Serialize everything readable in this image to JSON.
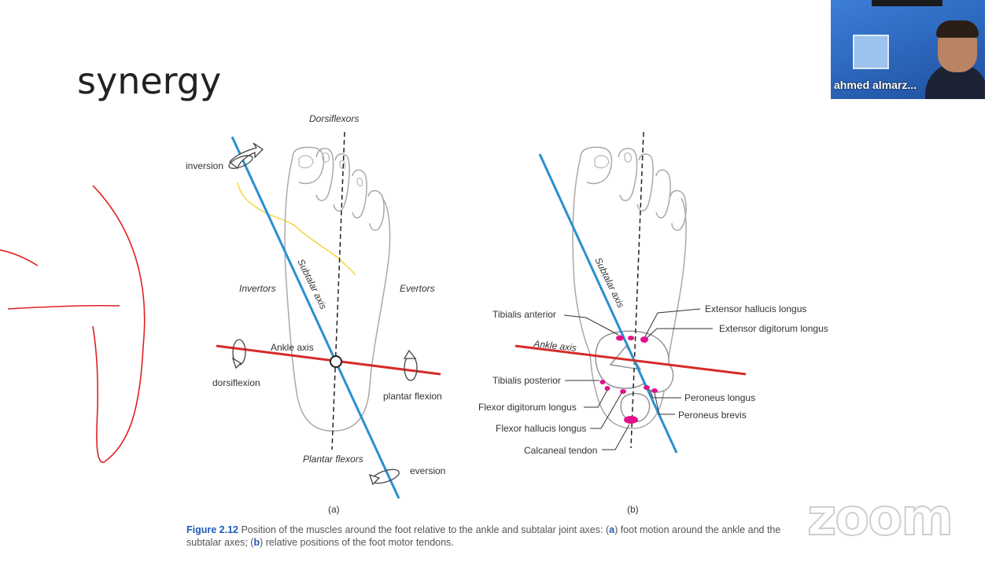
{
  "slide": {
    "title": "synergy"
  },
  "figure": {
    "panel_a": {
      "panel_label": "(a)",
      "dorsiflexors": "Dorsiflexors",
      "plantar_flexors": "Plantar flexors",
      "invertors": "Invertors",
      "evertors": "Evertors",
      "subtalar_axis": "Subtalar axis",
      "ankle_axis": "Ankle axis",
      "inversion": "inversion",
      "eversion": "eversion",
      "dorsiflexion": "dorsiflexion",
      "plantar_flexion": "plantar flexion"
    },
    "panel_b": {
      "panel_label": "(b)",
      "subtalar_axis": "Subtalar axis",
      "ankle_axis": "Ankle axis",
      "tibialis_anterior": "Tibialis anterior",
      "tibialis_posterior": "Tibialis posterior",
      "flexor_digitorum_longus": "Flexor digitorum longus",
      "flexor_hallucis_longus": "Flexor hallucis longus",
      "calcaneal_tendon": "Calcaneal tendon",
      "extensor_hallucis_longus": "Extensor hallucis longus",
      "extensor_digitorum_longus": "Extensor digitorum longus",
      "peroneus_longus": "Peroneus longus",
      "peroneus_brevis": "Peroneus brevis"
    },
    "caption": {
      "figure_ref": "Figure 2.12",
      "text_1": " Position of the muscles around the foot relative to the ankle and subtalar joint axes: (",
      "ref_a": "a",
      "text_2": ") foot motion around the ankle and the subtalar axes; (",
      "ref_b": "b",
      "text_3": ") relative positions of the foot motor tendons."
    },
    "colors": {
      "subtalar": "#2a8fd0",
      "ankle": "#d62b2b",
      "tendon": "#e0138c",
      "annotation_red": "#e02020",
      "annotation_yellow": "#f2d23a"
    }
  },
  "webcam": {
    "participant_name": "ahmed almarz..."
  },
  "watermark": {
    "text": "zoom"
  }
}
